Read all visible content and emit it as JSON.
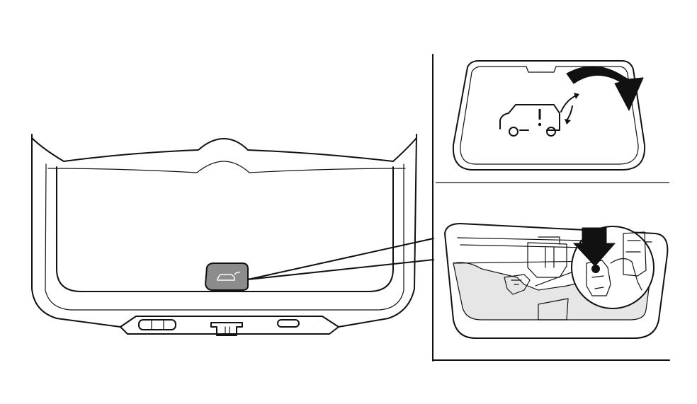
{
  "diagram": {
    "panels": [
      {
        "id": "tailgate-overview",
        "subject": "tailgate-opening-handle"
      },
      {
        "id": "cover-removal",
        "action": "pry-cover-off"
      },
      {
        "id": "emergency-release",
        "action": "push-lever-down"
      }
    ],
    "icons": [
      "tailgate-open-icon",
      "warning-exclamation-icon",
      "pry-direction-arrow",
      "push-down-arrow"
    ],
    "colors": {
      "line": "#111111",
      "handle_fill": "#8c8c8c",
      "interior_fill": "#e6e6e6",
      "background": "#ffffff"
    }
  }
}
